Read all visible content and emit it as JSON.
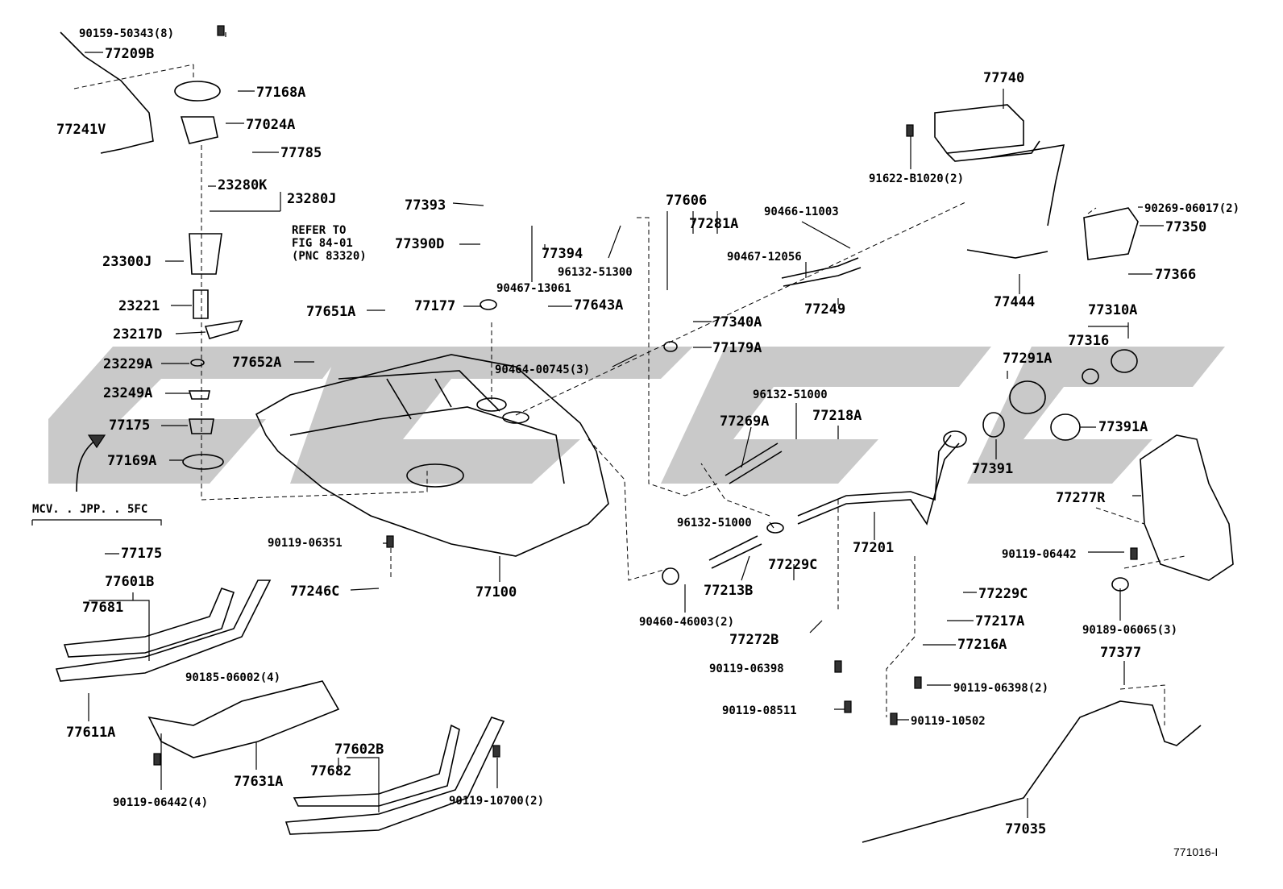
{
  "diagram": {
    "ref_code": "771016-I",
    "group_label": "MCV. . JPP. . 5FC",
    "note": {
      "line1": "REFER TO",
      "line2": "FIG 84-01",
      "line3": "(PNC 83320)"
    },
    "parts": [
      "90159-50343(8)",
      "77209B",
      "77241V",
      "77168A",
      "77024A",
      "77785",
      "23280K",
      "23280J",
      "23300J",
      "23221",
      "23217D",
      "23229A",
      "23249A",
      "77175",
      "77169A",
      "77175",
      "77601B",
      "77681",
      "77611A",
      "90185-06002(4)",
      "77631A",
      "90119-06442(4)",
      "77602B",
      "77682",
      "90119-10700(2)",
      "77393",
      "77390D",
      "77394",
      "96132-51300",
      "90467-13061",
      "77651A",
      "77177",
      "77643A",
      "90464-00745(3)",
      "77652A",
      "90119-06351",
      "77246C",
      "77100",
      "77606",
      "77281A",
      "90467-12056",
      "90466-11003",
      "77340A",
      "77179A",
      "77249",
      "96132-51000",
      "77269A",
      "77218A",
      "96132-51000",
      "77213B",
      "77229C",
      "77201",
      "90460-46003(2)",
      "77272B",
      "90119-06398",
      "90119-08511",
      "77740",
      "91622-B1020(2)",
      "77444",
      "90269-06017(2)",
      "77350",
      "77366",
      "77310A",
      "77316",
      "77291A",
      "77391",
      "77391A",
      "77277R",
      "90119-06442",
      "90189-06065(3)",
      "77229C",
      "77217A",
      "77216A",
      "90119-06398(2)",
      "90119-10502",
      "77377",
      "77035"
    ]
  }
}
